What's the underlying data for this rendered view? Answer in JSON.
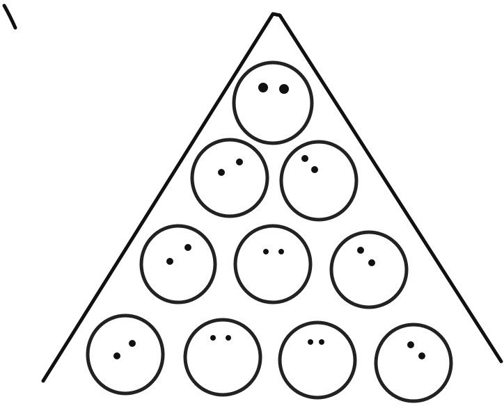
{
  "diagram": {
    "shape": "triangle",
    "ink_color": "#111111",
    "background": "#ffffff",
    "rows": [
      1,
      2,
      3,
      4
    ],
    "ball_count": 10,
    "ball_style": "bowling-ball"
  }
}
